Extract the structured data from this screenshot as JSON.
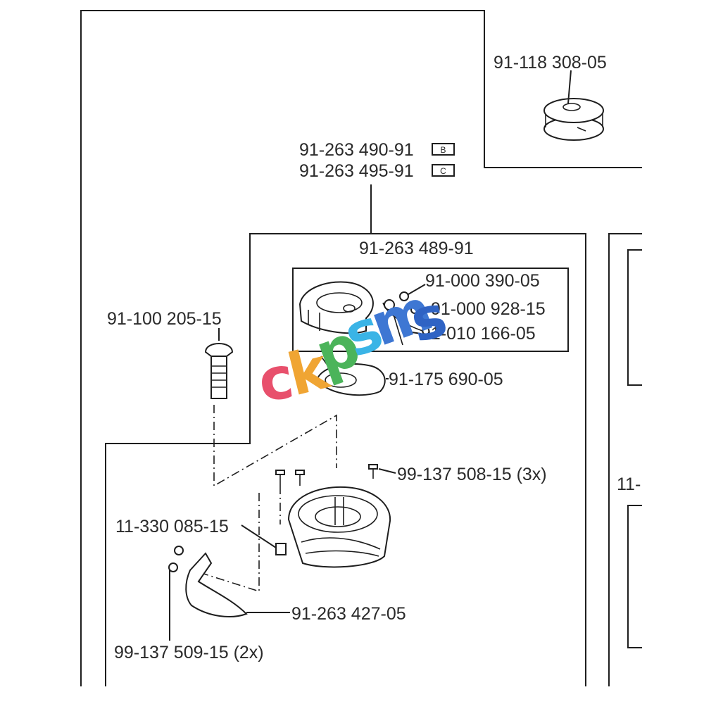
{
  "diagram": {
    "part_numbers": {
      "bobbin": "91-118 308-05",
      "bobbin_case_b": "91-263 490-91",
      "bobbin_case_b_tag": "B",
      "bobbin_case_c": "91-263 495-91",
      "bobbin_case_c_tag": "C",
      "bobbin_case_assembly": "91-263 489-91",
      "screw_1": "91-000 390-05",
      "screw_2": "91-000 928-15",
      "tension_spring": "91-010 166-05",
      "latch": "91-175 690-05",
      "shoulder_screw": "91-100 205-15",
      "hook_screw": "99-137 508-15 (3x)",
      "set_screw": "11-330 085-15",
      "guard": "91-263 427-05",
      "guard_screw": "99-137 509-15 (2x)",
      "edge_fragment": "11-"
    },
    "watermark": {
      "letters": [
        "c",
        "k",
        "p",
        "s",
        "m",
        "s"
      ],
      "colors": [
        "#e8506c",
        "#f0a533",
        "#4bb45a",
        "#3ab4e6",
        "#3e77d3",
        "#2f63c4"
      ]
    }
  }
}
